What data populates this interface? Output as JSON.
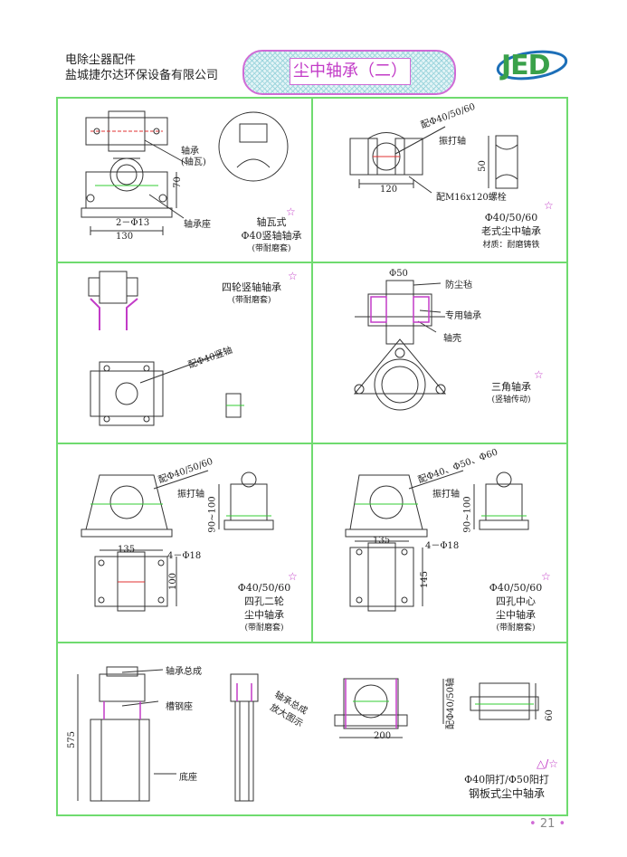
{
  "header": {
    "company_line1": "电除尘器配件",
    "company_line2": "盐城捷尔达环保设备有限公司",
    "title": "尘中轴承（二）",
    "logo_text": "JED"
  },
  "cell1": {
    "label_bearing": "轴承",
    "label_bush": "(轴瓦)",
    "label_seat": "轴承座",
    "dim_70": "70",
    "dim_holes": "2－Φ13",
    "dim_130": "130",
    "caption_1": "轴瓦式",
    "caption_2": "Φ40竖轴轴承",
    "caption_3": "(带耐磨套)"
  },
  "cell2": {
    "label_shaft": "配Φ40/50/60",
    "label_shaft2": "振打轴",
    "dim_50": "50",
    "dim_120": "120",
    "label_bolt": "配M16x120螺栓",
    "caption_1": "Φ40/50/60",
    "caption_2": "老式尘中轴承",
    "caption_3": "材质：耐磨铸铁"
  },
  "cell3": {
    "caption_1": "四轮竖轴轴承",
    "caption_2": "(带耐磨套)",
    "label_shaft": "配Φ40竖轴"
  },
  "cell4": {
    "dim_50": "Φ50",
    "label_dust": "防尘毡",
    "label_bearing": "专用轴承",
    "label_shell": "轴壳",
    "caption_1": "三角轴承",
    "caption_2": "(竖轴传动)"
  },
  "cell5": {
    "label_shaft": "配Φ40/50/60",
    "label_shaft2": "振打轴",
    "dim_90": "90~100",
    "dim_135": "135",
    "dim_holes": "4－Φ18",
    "dim_100": "100",
    "caption_1": "Φ40/50/60",
    "caption_2": "四孔二轮",
    "caption_3": "尘中轴承",
    "caption_4": "(带耐磨套)"
  },
  "cell6": {
    "label_shaft": "配Φ40、Φ50、Φ60",
    "label_shaft2": "振打轴",
    "dim_90": "90~100",
    "dim_135": "135",
    "dim_holes": "4－Φ18",
    "dim_145": "145",
    "caption_1": "Φ40/50/60",
    "caption_2": "四孔中心",
    "caption_3": "尘中轴承",
    "caption_4": "(带耐磨套)"
  },
  "cell7": {
    "label_assembly": "轴承总成",
    "label_channel": "槽钢座",
    "label_base": "底座",
    "dim_575": "575",
    "label_enlarged_1": "轴承总成",
    "label_enlarged_2": "放大图示",
    "dim_200": "200",
    "label_shaft": "配Φ40/50轴",
    "dim_60": "60",
    "caption_1": "Φ40阴打/Φ50阳打",
    "caption_2": "钢板式尘中轴承"
  },
  "footer": {
    "page_number": "21"
  },
  "colors": {
    "frame_green": "#6fdb6f",
    "accent_magenta": "#c23bc7",
    "drawing_line": "#333333",
    "drawing_green": "#33cc33",
    "drawing_red": "#e03030"
  }
}
